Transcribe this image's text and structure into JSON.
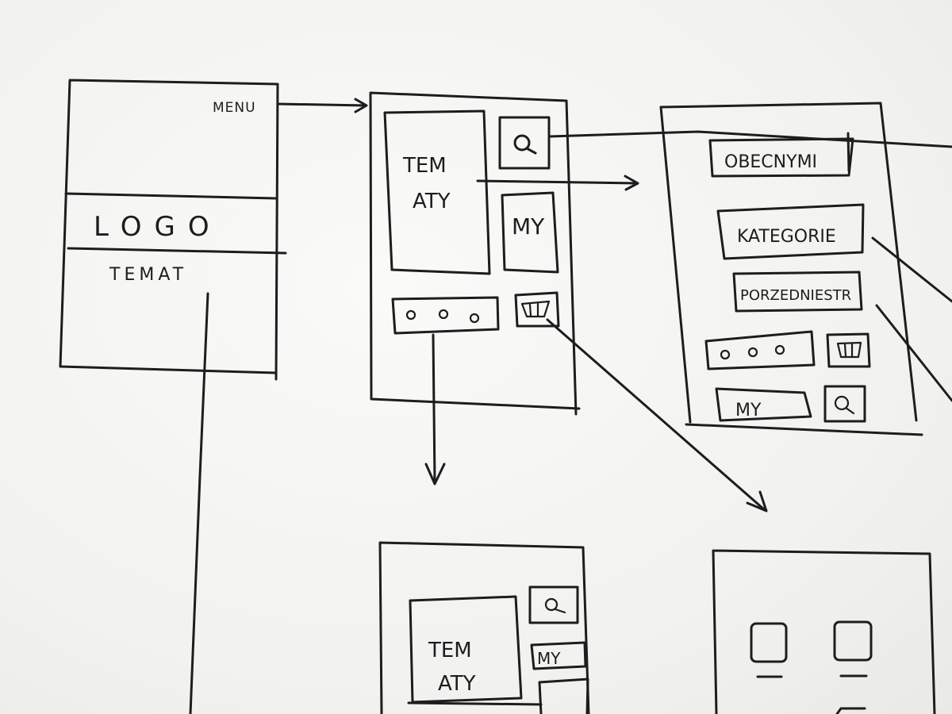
{
  "screen1": {
    "menu": "MENU",
    "logo": "LOGO",
    "topic": "TEMAT"
  },
  "screen2": {
    "topics_line1": "TEM",
    "topics_line2": "ATY",
    "about": "MY",
    "search_icon": "search-icon",
    "cart_icon": "cart-icon"
  },
  "screen3": {
    "current": "OBECNYMI",
    "categories": "KATEGORIE",
    "order": "PORZEDNIESTR",
    "about": "MY"
  },
  "screen4": {
    "topics_line1": "TEM",
    "topics_line2": "ATY",
    "about": "MY"
  },
  "colors": {
    "ink": "#1d1d1d",
    "paper": "#f2f2f1"
  }
}
